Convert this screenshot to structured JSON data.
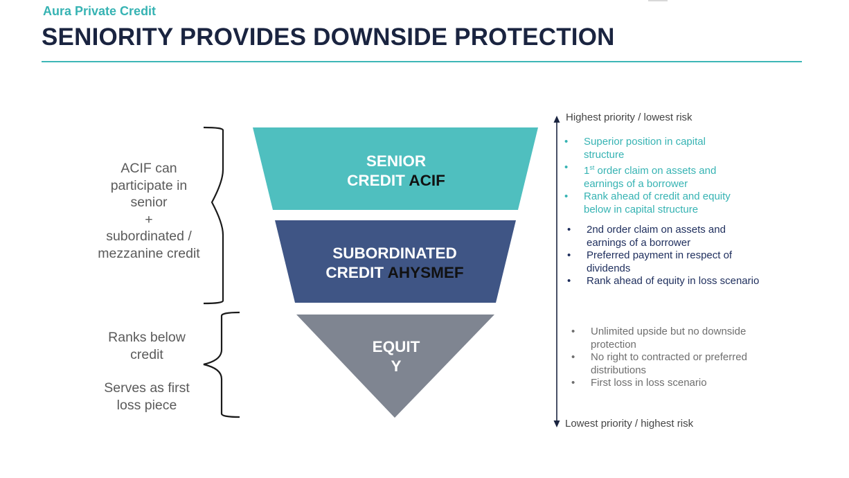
{
  "header": {
    "brand": "Aura Private Credit",
    "title": "SENIORITY PROVIDES DOWNSIDE PROTECTION"
  },
  "left_labels": {
    "credit_group": [
      "ACIF can",
      "participate in",
      "senior",
      "+",
      "subordinated /",
      "mezzanine credit"
    ],
    "equity_group_1": [
      "Ranks below",
      "credit"
    ],
    "equity_group_2": [
      "Serves as first",
      "loss piece"
    ]
  },
  "tiers": {
    "senior": {
      "line1": "SENIOR",
      "line2_a": "CREDIT ",
      "line2_b": "ACIF",
      "color": "#4fbfbf"
    },
    "subordinated": {
      "line1": "SUBORDINATED",
      "line2_a": "CREDIT ",
      "line2_b": "AHYSMEF",
      "color": "#3f5585"
    },
    "equity": {
      "line1": "EQUIT",
      "line2": "Y",
      "color": "#7f8591"
    }
  },
  "axis": {
    "top_label": "Highest priority / lowest risk",
    "bottom_label": "Lowest priority / highest risk"
  },
  "bullets": {
    "senior": [
      {
        "lines": [
          "Superior position in capital",
          "structure"
        ]
      },
      {
        "pre": "1",
        "sup": "st",
        "post": " order claim on assets and",
        "line2": "earnings of a borrower"
      },
      {
        "lines": [
          "Rank ahead of credit and equity",
          "below in capital structure"
        ]
      }
    ],
    "subordinated": [
      {
        "lines": [
          "2nd order claim on assets and",
          "earnings of a borrower"
        ]
      },
      {
        "lines": [
          "Preferred payment in respect of",
          "dividends"
        ]
      },
      {
        "lines": [
          "Rank ahead of equity in loss scenario"
        ]
      }
    ],
    "equity": [
      {
        "lines": [
          "Unlimited upside but no downside",
          "protection"
        ]
      },
      {
        "lines": [
          "No right to contracted or preferred",
          "distributions"
        ]
      },
      {
        "lines": [
          "First loss in loss scenario"
        ]
      }
    ],
    "bullet_char": "•"
  }
}
